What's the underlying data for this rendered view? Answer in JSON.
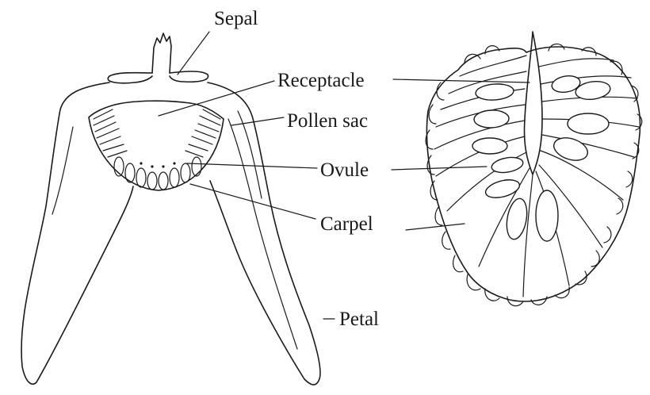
{
  "labels": {
    "sepal": "Sepal",
    "receptacle": "Receptacle",
    "pollen_sac": "Pollen sac",
    "ovule": "Ovule",
    "carpel": "Carpel",
    "petal": "Petal"
  },
  "colors": {
    "ink": "#1a1a1a",
    "background": "#ffffff"
  }
}
